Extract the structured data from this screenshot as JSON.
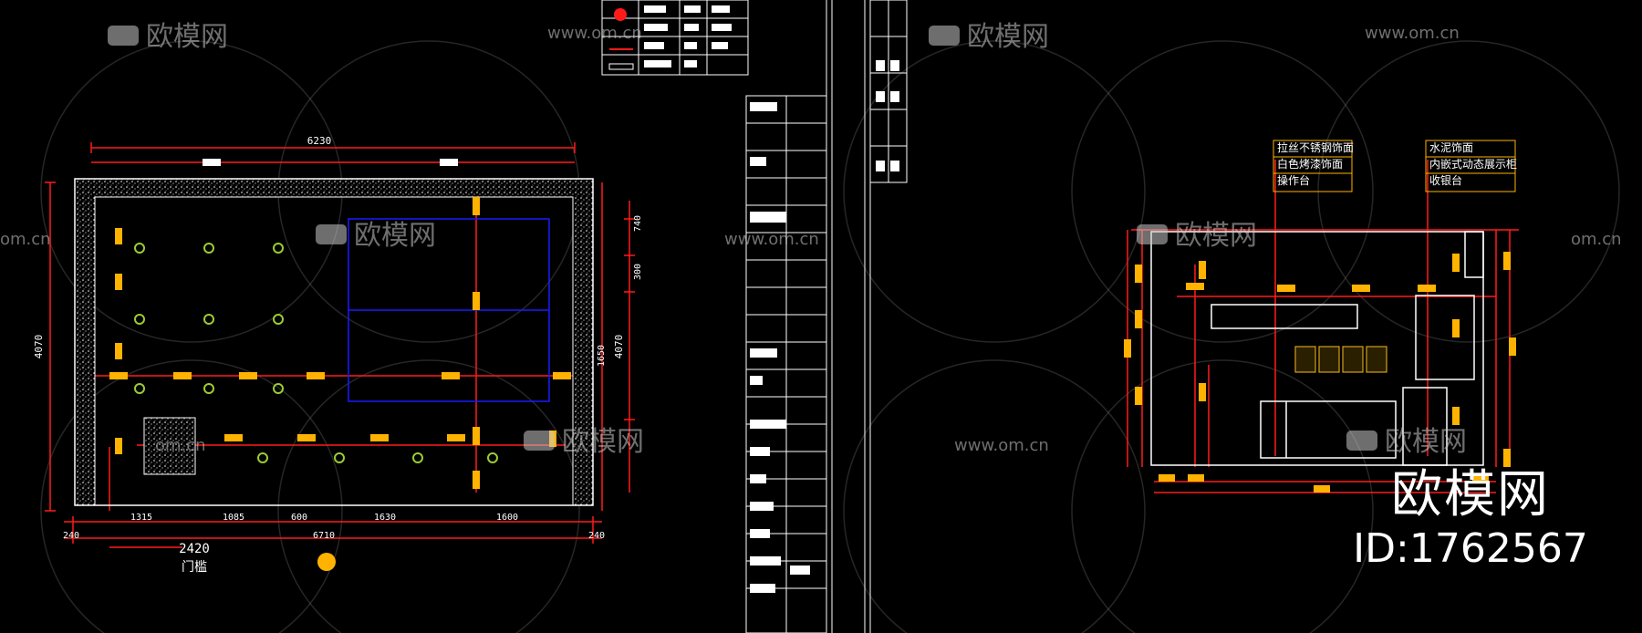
{
  "watermark": {
    "brand": "欧模网",
    "url_full": "www.om.cn",
    "url_partial": "om.cn",
    "id_label": "ID:1762567"
  },
  "plan": {
    "overall_width": "6230",
    "outer_width": "6710",
    "left_wall": "240",
    "right_wall": "240",
    "left_height": "4070",
    "right_height": "4070",
    "right_segments": [
      "740",
      "300",
      "1650"
    ],
    "bottom_segments": [
      "1315",
      "1085",
      "600",
      "1630",
      "1600"
    ],
    "door_width": "2420",
    "door_label": "门槛"
  },
  "elevation": {
    "notes_left": [
      "拉丝不锈钢饰面",
      "白色烤漆饰面",
      "操作台"
    ],
    "notes_right": [
      "水泥饰面",
      "内嵌式动态展示柜",
      "收银台"
    ]
  },
  "colors": {
    "background": "#000000",
    "wall": "#ffffff",
    "dimension": "#ff1a1a",
    "tag": "#ffb300",
    "fixture": "#9acd32",
    "zone": "#1a1aff"
  }
}
